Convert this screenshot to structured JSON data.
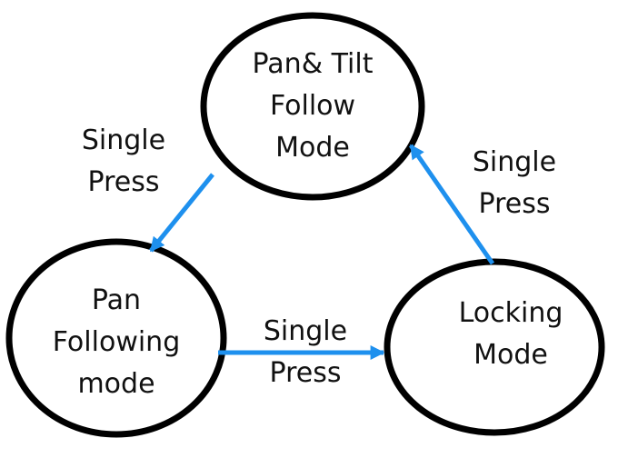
{
  "colors": {
    "arrow": "#1e90ee",
    "node_stroke": "#000000",
    "background": "#ffffff"
  },
  "nodes": {
    "pan_tilt": {
      "lines": [
        "Pan& Tilt",
        "Follow",
        "Mode"
      ]
    },
    "pan_following": {
      "lines": [
        "Pan",
        "Following",
        "mode"
      ]
    },
    "locking": {
      "lines": [
        "Locking",
        "Mode"
      ]
    }
  },
  "edges": {
    "pantilt_to_pan": {
      "from": "pan_tilt",
      "to": "pan_following",
      "lines": [
        "Single",
        "Press"
      ]
    },
    "pan_to_locking": {
      "from": "pan_following",
      "to": "locking",
      "lines": [
        "Single",
        "Press"
      ]
    },
    "locking_to_pantilt": {
      "from": "locking",
      "to": "pan_tilt",
      "lines": [
        "Single",
        "Press"
      ]
    }
  }
}
